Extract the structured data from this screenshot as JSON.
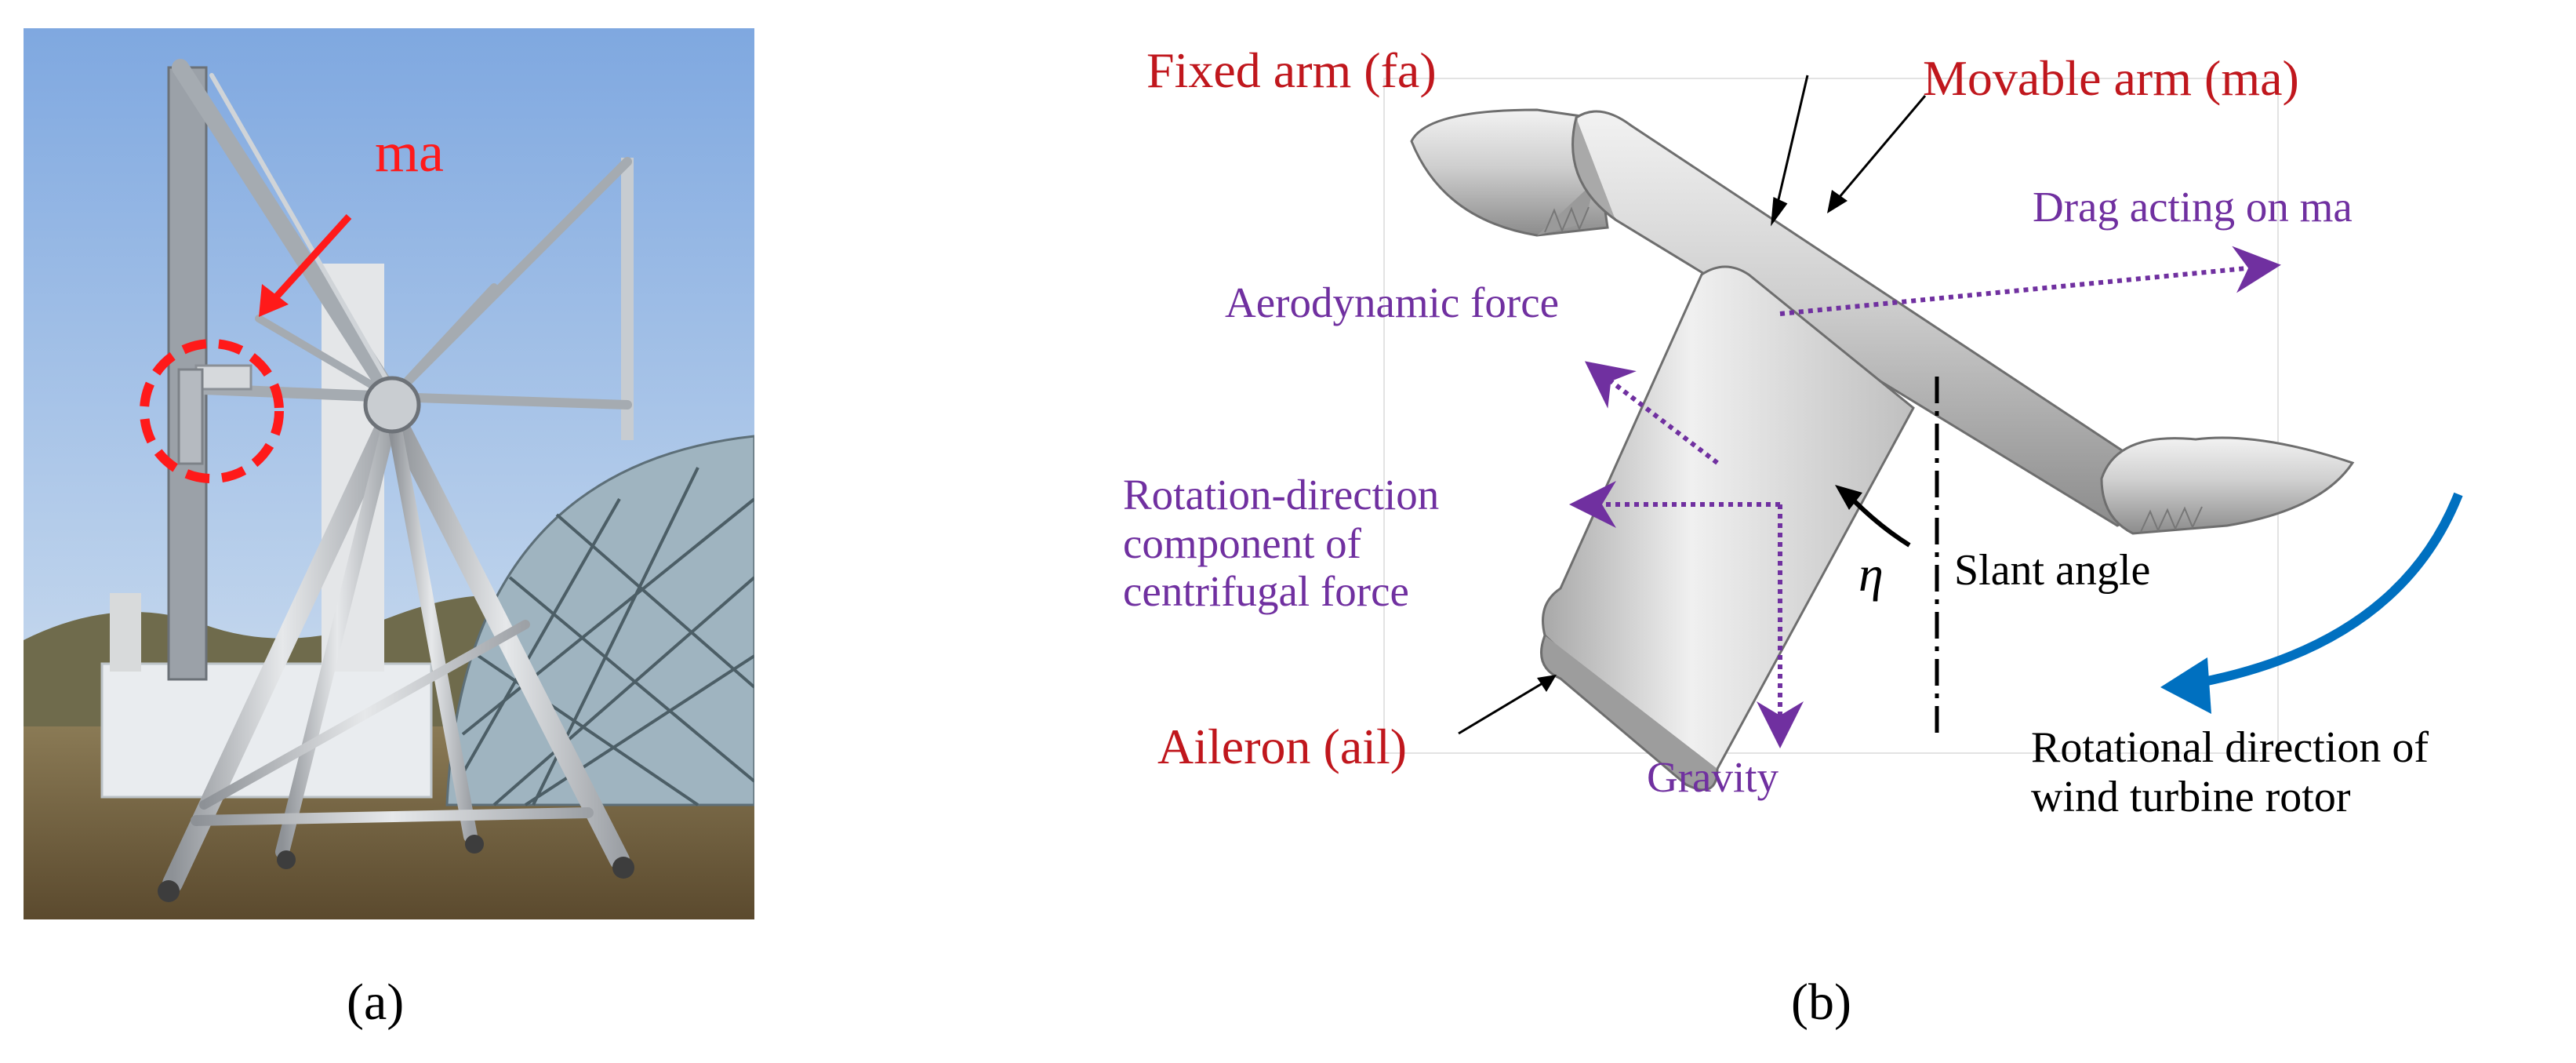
{
  "panel_a": {
    "callout_label": "ma",
    "caption": "(a)"
  },
  "panel_b": {
    "fixed_arm": "Fixed arm (fa)",
    "movable_arm": "Movable arm (ma)",
    "drag": "Drag acting on ma",
    "aero_force": "Aerodynamic force",
    "rotation_component": [
      "Rotation-direction",
      "component of",
      "centrifugal force"
    ],
    "eta": "η",
    "slant_angle": "Slant angle",
    "aileron": "Aileron (ail)",
    "gravity": "Gravity",
    "rotational_direction": [
      "Rotational direction of",
      "wind turbine rotor"
    ],
    "caption": "(b)"
  },
  "colors": {
    "label_red": "#c0171d",
    "force_purple": "#7030a0",
    "rotation_blue": "#0070c0",
    "callout_red": "#ff1a1a"
  }
}
